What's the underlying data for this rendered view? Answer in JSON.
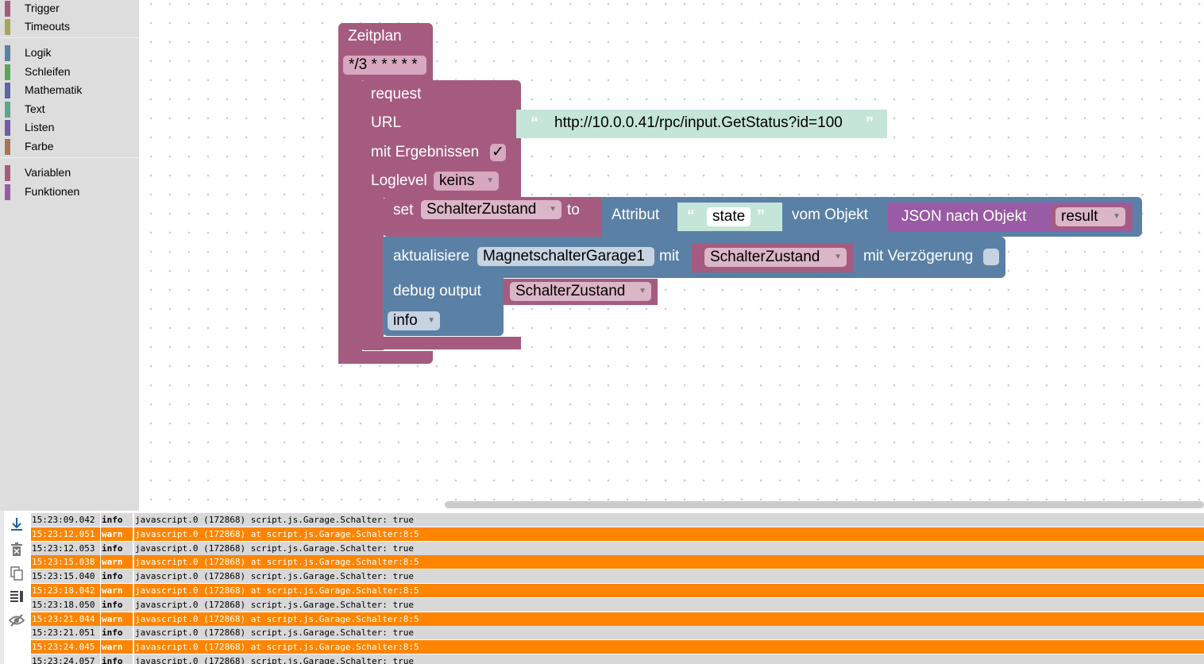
{
  "toolbox": {
    "groups": [
      [
        {
          "label": "Trigger",
          "color": "#a55b80"
        },
        {
          "label": "Timeouts",
          "color": "#a5a55b"
        }
      ],
      [
        {
          "label": "Logik",
          "color": "#5b80a5"
        },
        {
          "label": "Schleifen",
          "color": "#5ba55b"
        },
        {
          "label": "Mathematik",
          "color": "#5b67a5"
        },
        {
          "label": "Text",
          "color": "#5ba58c"
        },
        {
          "label": "Listen",
          "color": "#745ba5"
        },
        {
          "label": "Farbe",
          "color": "#a5745b"
        }
      ],
      [
        {
          "label": "Variablen",
          "color": "#a55b80"
        },
        {
          "label": "Funktionen",
          "color": "#995ba5"
        }
      ]
    ]
  },
  "blocks": {
    "zeitplan": {
      "title": "Zeitplan",
      "cron": "*/3 * * * * *"
    },
    "request": {
      "title": "request",
      "url_label": "URL",
      "url_value": "http://10.0.0.41/rpc/input.GetStatus?id=100",
      "result_label": "mit Ergebnissen",
      "result_checked": "✓",
      "loglevel_label": "Loglevel",
      "loglevel_value": "keins"
    },
    "set": {
      "label": "set",
      "variable": "SchalterZustand",
      "to": "to",
      "attr_label": "Attribut",
      "attr_value": "state",
      "from_label": "vom Objekt",
      "json_label": "JSON nach Objekt",
      "json_var": "result"
    },
    "update": {
      "label": "aktualisiere",
      "object": "MagnetschalterGarage1",
      "with_label": "mit",
      "value_var": "SchalterZustand",
      "delay_label": "mit Verzögerung"
    },
    "debug": {
      "label": "debug output",
      "variable": "SchalterZustand",
      "level": "info"
    }
  },
  "log": {
    "rows": [
      {
        "time": "15:23:09.042",
        "level": "info",
        "msg": "javascript.0 (172868) script.js.Garage.Schalter: true"
      },
      {
        "time": "15:23:12.051",
        "level": "warn",
        "msg": "javascript.0 (172868) at script.js.Garage.Schalter:8:5"
      },
      {
        "time": "15:23:12.053",
        "level": "info",
        "msg": "javascript.0 (172868) script.js.Garage.Schalter: true"
      },
      {
        "time": "15:23:15.038",
        "level": "warn",
        "msg": "javascript.0 (172868) at script.js.Garage.Schalter:8:5"
      },
      {
        "time": "15:23:15.040",
        "level": "info",
        "msg": "javascript.0 (172868) script.js.Garage.Schalter: true"
      },
      {
        "time": "15:23:18.042",
        "level": "warn",
        "msg": "javascript.0 (172868) at script.js.Garage.Schalter:8:5"
      },
      {
        "time": "15:23:18.050",
        "level": "info",
        "msg": "javascript.0 (172868) script.js.Garage.Schalter: true"
      },
      {
        "time": "15:23:21.044",
        "level": "warn",
        "msg": "javascript.0 (172868) at script.js.Garage.Schalter:8:5"
      },
      {
        "time": "15:23:21.051",
        "level": "info",
        "msg": "javascript.0 (172868) script.js.Garage.Schalter: true"
      },
      {
        "time": "15:23:24.045",
        "level": "warn",
        "msg": "javascript.0 (172868) at script.js.Garage.Schalter:8:5"
      },
      {
        "time": "15:23:24.057",
        "level": "info",
        "msg": "javascript.0 (172868) script.js.Garage.Schalter: true"
      }
    ]
  },
  "colors": {
    "event": "#a55b80",
    "action": "#5b80a5",
    "text": "#c5e5d8",
    "convert": "#995ba5",
    "warn": "#ff8500",
    "info": "#d8d8d8"
  },
  "tools": [
    "scroll-down-icon",
    "clear-log-icon",
    "copy-icon",
    "wrap-lines-icon",
    "hide-icon"
  ]
}
